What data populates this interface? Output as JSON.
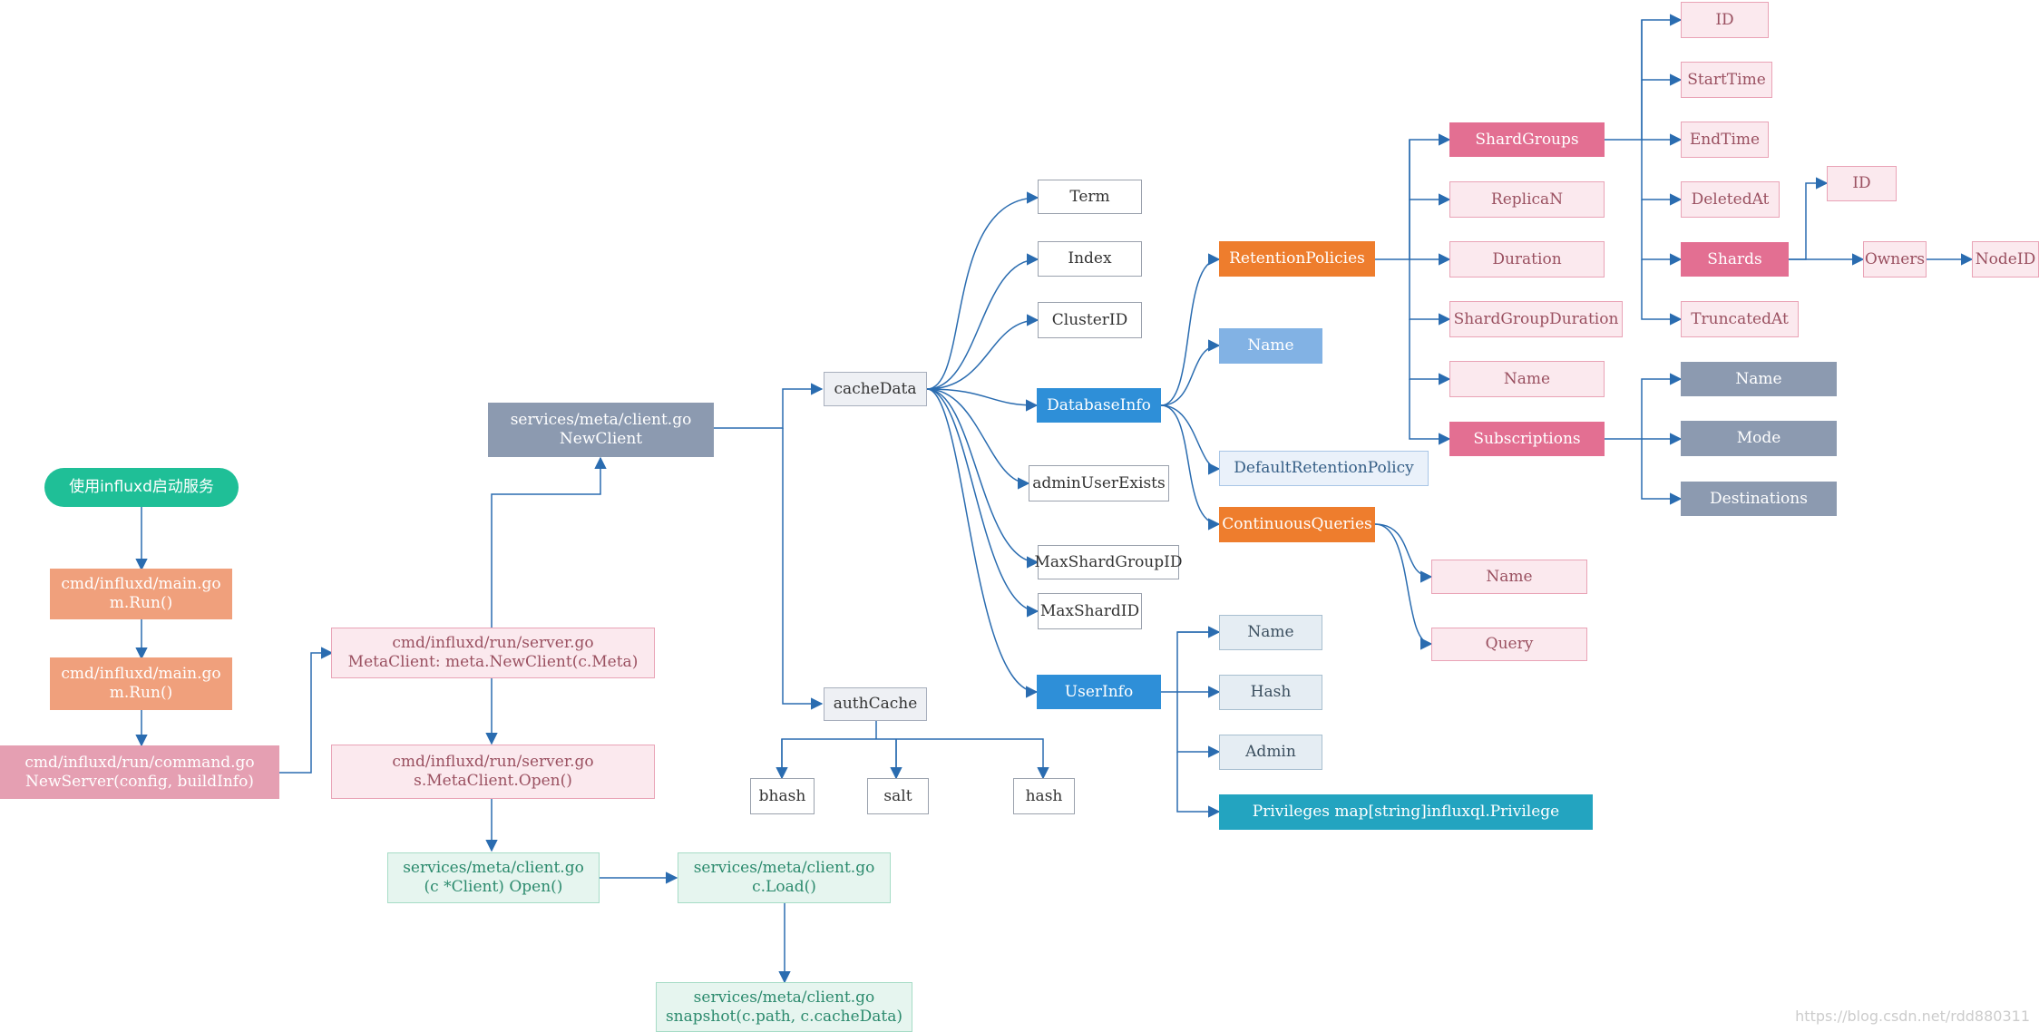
{
  "diagram": {
    "start": "使用influxd启动服务",
    "main_go_1": "cmd/influxd/main.go\nm.Run()",
    "main_go_2": "cmd/influxd/main.go\nm.Run()",
    "command_go": "cmd/influxd/run/command.go\nNewServer(config, buildInfo)",
    "server_go_newclient": "cmd/influxd/run/server.go\nMetaClient: meta.NewClient(c.Meta)",
    "server_go_open": "cmd/influxd/run/server.go\ns.MetaClient.Open()",
    "client_go_open": "services/meta/client.go\n(c *Client) Open()",
    "client_go_load": "services/meta/client.go\nc.Load()",
    "client_go_snapshot": "services/meta/client.go\nsnapshot(c.path, c.cacheData)",
    "client_go_newclient": "services/meta/client.go\nNewClient",
    "cacheData": "cacheData",
    "authCache": "authCache",
    "bhash": "bhash",
    "salt": "salt",
    "hash": "hash",
    "term": "Term",
    "index": "Index",
    "clusterID": "ClusterID",
    "databaseInfo": "DatabaseInfo",
    "adminUserExists": "adminUserExists",
    "maxShardGroupID": "MaxShardGroupID",
    "maxShardID": "MaxShardID",
    "userInfo": "UserInfo",
    "retentionPolicies": "RetentionPolicies",
    "db_name": "Name",
    "defaultRetentionPolicy": "DefaultRetentionPolicy",
    "continuousQueries": "ContinuousQueries",
    "cq_name": "Name",
    "cq_query": "Query",
    "user_name": "Name",
    "user_hash": "Hash",
    "user_admin": "Admin",
    "user_privileges": "Privileges map[string]influxql.Privilege",
    "shardGroups": "ShardGroups",
    "replicaN": "ReplicaN",
    "duration": "Duration",
    "shardGroupDuration": "ShardGroupDuration",
    "rp_name": "Name",
    "subscriptions": "Subscriptions",
    "sg_id": "ID",
    "sg_startTime": "StartTime",
    "sg_endTime": "EndTime",
    "sg_deletedAt": "DeletedAt",
    "shards": "Shards",
    "sg_truncatedAt": "TruncatedAt",
    "shard_id": "ID",
    "owners": "Owners",
    "nodeID": "NodeID",
    "sub_name": "Name",
    "sub_mode": "Mode",
    "sub_destinations": "Destinations"
  },
  "watermark": "https://blog.csdn.net/rdd880311",
  "colors": {
    "edge": "#2a6cb0",
    "start": "#1fbf97",
    "blue": "#2e8fd8",
    "orange": "#ee7d2d",
    "pink": "#e36f92",
    "teal": "#23a4c0"
  }
}
